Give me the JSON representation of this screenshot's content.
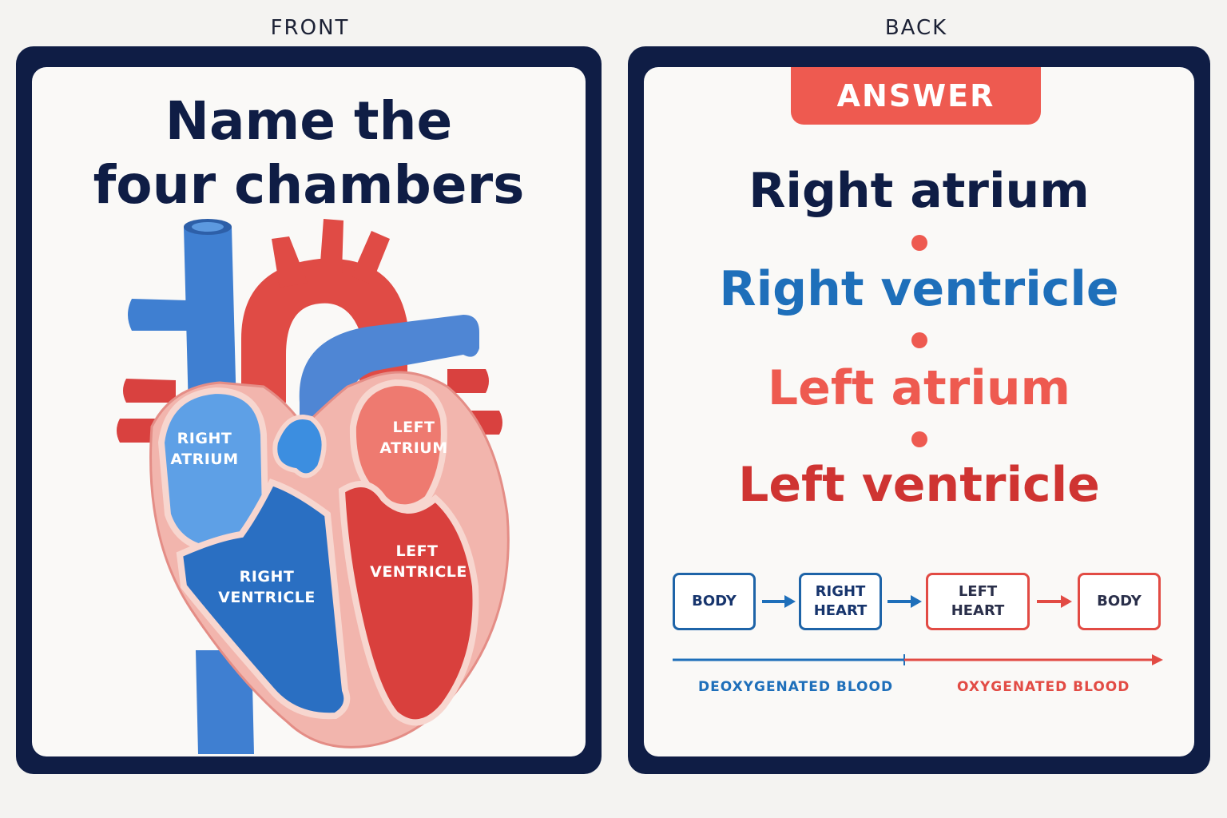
{
  "labels": {
    "front": "FRONT",
    "back": "BACK"
  },
  "front": {
    "title_line1": "Name the",
    "title_line2": "four chambers",
    "chambers": {
      "right_atrium": [
        "RIGHT",
        "ATRIUM"
      ],
      "right_ventricle": [
        "RIGHT",
        "VENTRICLE"
      ],
      "left_atrium": [
        "LEFT",
        "ATRIUM"
      ],
      "left_ventricle": [
        "LEFT",
        "VENTRICLE"
      ]
    }
  },
  "back": {
    "badge": "ANSWER",
    "answers": [
      "Right atrium",
      "Right ventricle",
      "Left atrium",
      "Left ventricle"
    ],
    "flow": {
      "boxes": [
        {
          "lines": [
            "BODY"
          ]
        },
        {
          "lines": [
            "RIGHT",
            "HEART"
          ]
        },
        {
          "lines": [
            "LEFT",
            "HEART"
          ]
        },
        {
          "lines": [
            "BODY"
          ]
        }
      ],
      "legend_deoxygenated": "DEOXYGENATED BLOOD",
      "legend_oxygenated": "OXYGENATED BLOOD"
    }
  },
  "colors": {
    "navy": "#0f1d45",
    "deoxygenated_blue": "#1e6fba",
    "oxygenated_red": "#e24b44",
    "badge_red": "#ee5a50"
  },
  "icons": [
    "heart-anatomy-illustration",
    "arrow-right-icon"
  ]
}
